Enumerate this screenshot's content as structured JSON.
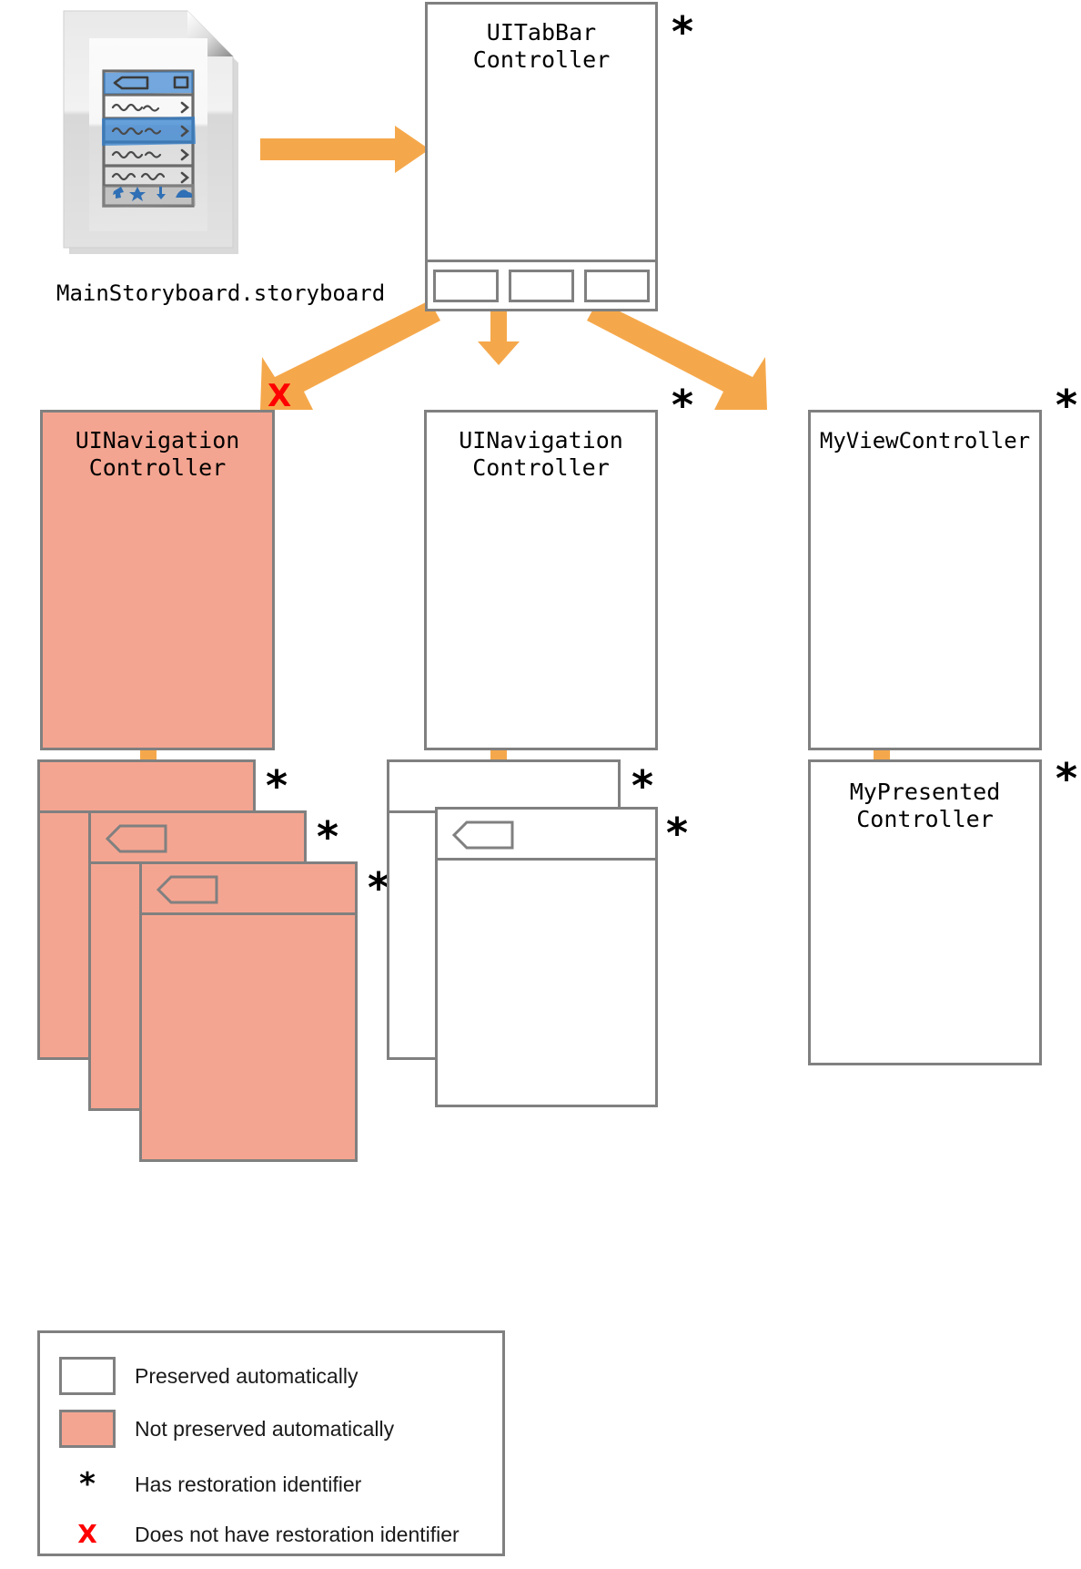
{
  "document": {
    "caption": "MainStoryboard.storyboard",
    "icon": "storyboard-document-icon"
  },
  "nodes": {
    "tabbar_controller": {
      "label": "UITabBar\nController",
      "marker": "*",
      "marker_kind": "star",
      "preserved": true,
      "tab_count": 3
    },
    "nav_left": {
      "label": "UINavigation\nController",
      "marker": "X",
      "marker_kind": "ex",
      "preserved": false
    },
    "nav_middle": {
      "label": "UINavigation\nController",
      "marker": "*",
      "marker_kind": "star",
      "preserved": true
    },
    "my_view_controller": {
      "label": "MyViewController",
      "marker": "*",
      "marker_kind": "star",
      "preserved": true
    },
    "my_presented_controller": {
      "label": "MyPresented\nController",
      "marker": "*",
      "marker_kind": "star",
      "preserved": true
    }
  },
  "stacks": {
    "left_stack": {
      "preserved": false,
      "cards": [
        {
          "marker": "*",
          "has_back_button": false
        },
        {
          "marker": "*",
          "has_back_button": true
        },
        {
          "marker": "*",
          "has_back_button": true
        }
      ]
    },
    "middle_stack": {
      "preserved": true,
      "cards": [
        {
          "marker": "*",
          "has_back_button": false
        },
        {
          "marker": "*",
          "has_back_button": true
        }
      ]
    }
  },
  "legend": {
    "rows": [
      {
        "key": "swatch-white",
        "text": "Preserved automatically"
      },
      {
        "key": "swatch-salmon",
        "text": "Not preserved automatically"
      },
      {
        "key": "star",
        "symbol": "*",
        "text": "Has restoration identifier"
      },
      {
        "key": "ex",
        "symbol": "X",
        "text": "Does not have restoration identifier"
      }
    ]
  },
  "colors": {
    "arrow_orange": "#f5a84b",
    "not_preserved_fill": "#f4a591",
    "stroke_gray": "#808080",
    "marker_red": "#ff0000",
    "background": "#ffffff"
  }
}
